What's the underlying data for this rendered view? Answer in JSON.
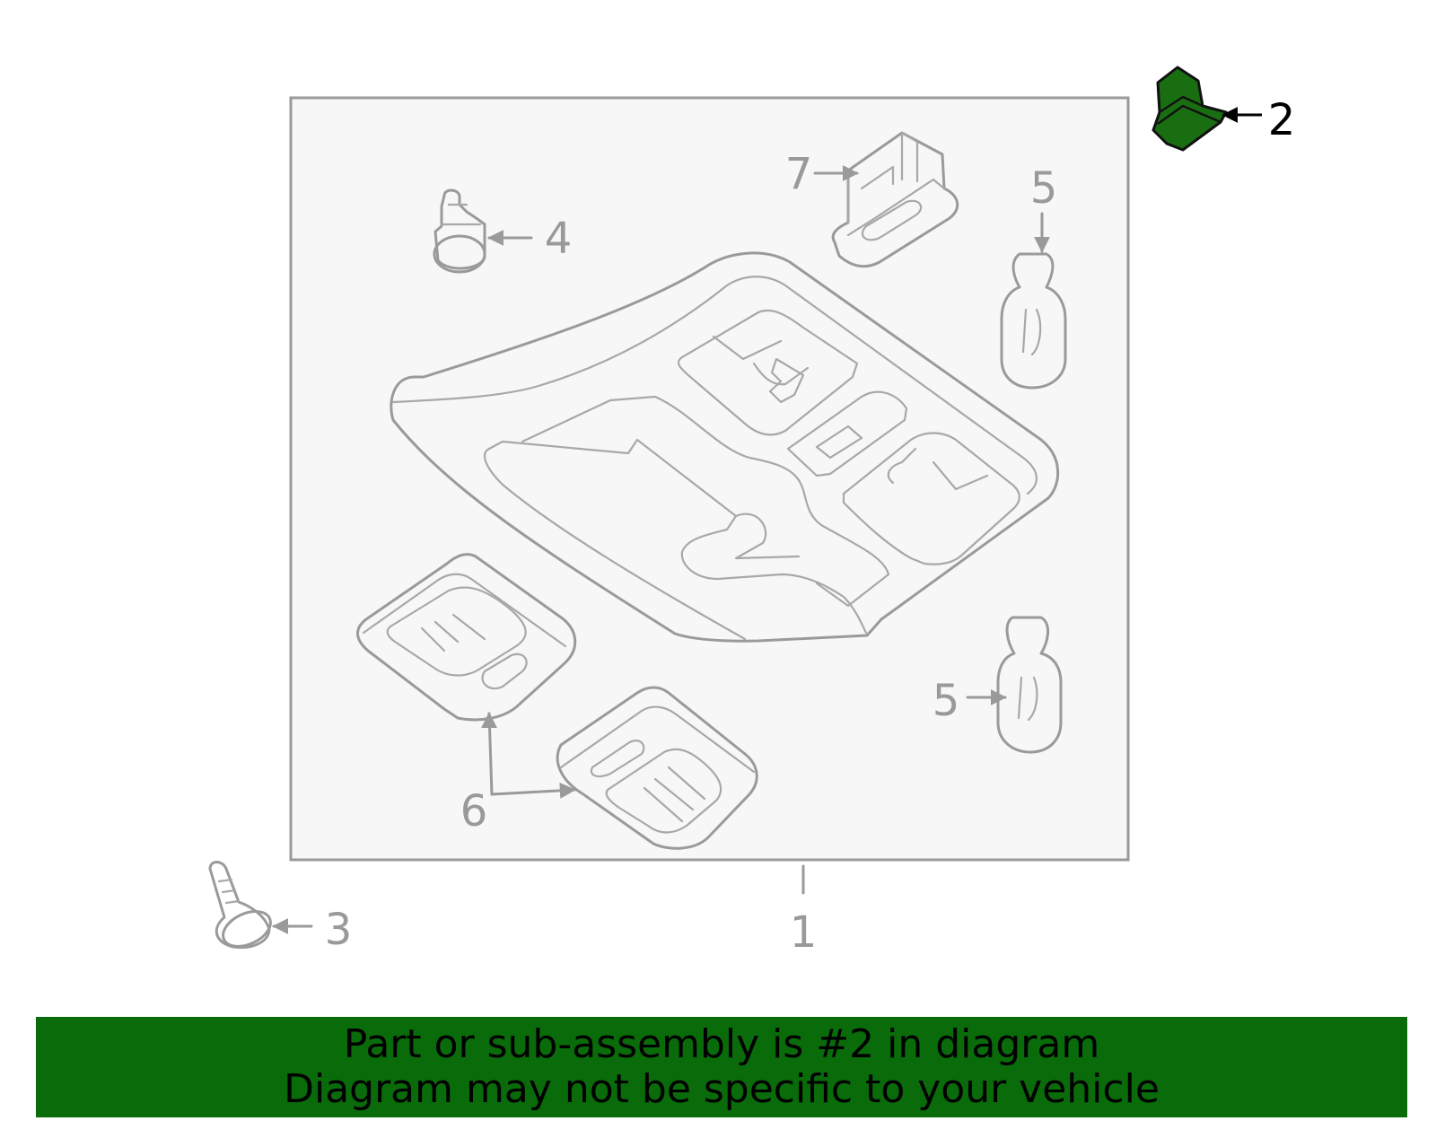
{
  "diagram": {
    "callouts": {
      "c1": "1",
      "c2": "2",
      "c3": "3",
      "c4": "4",
      "c5a": "5",
      "c5b": "5",
      "c6": "6",
      "c7": "7"
    },
    "highlight_color": "#1a6e12",
    "line_color": "#9a9a9a"
  },
  "banner": {
    "line1": "Part or sub-assembly is #2 in diagram",
    "line2": "Diagram may not be specific to your vehicle",
    "color": "#0a6b0a"
  }
}
